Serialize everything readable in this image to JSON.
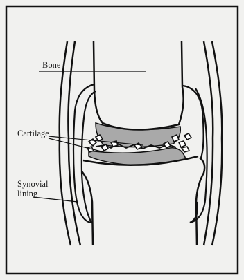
{
  "diagram": {
    "labels": {
      "bone": "Bone",
      "cartilage": "Cartilage",
      "synovial_line1": "Synovial",
      "synovial_line2": "lining"
    },
    "colors": {
      "background": "#f1f1ef",
      "line": "#111111",
      "cartilage_fill": "#a9a9a9",
      "debris_fill": "#ffffff"
    }
  }
}
